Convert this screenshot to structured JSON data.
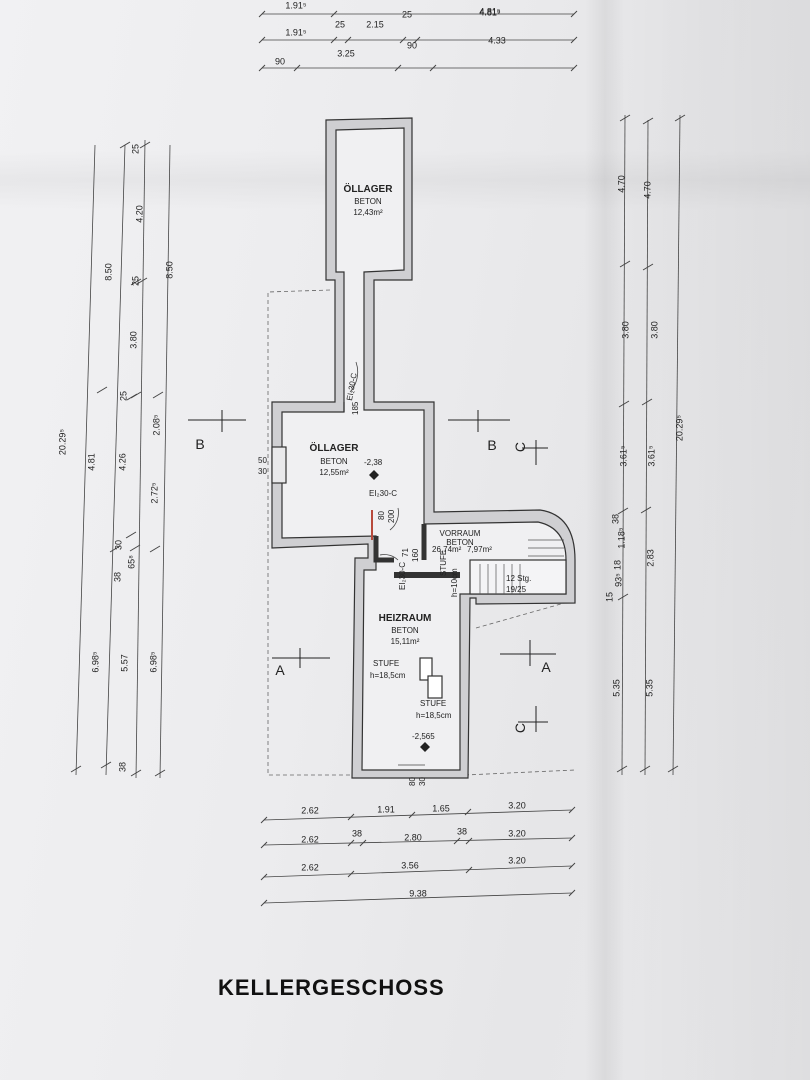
{
  "title": "KELLERGESCHOSS",
  "rooms": {
    "oellager_top": {
      "name": "ÖLLAGER",
      "material": "BETON",
      "area": "12,43m²"
    },
    "oellager_mid": {
      "name": "ÖLLAGER",
      "material": "BETON",
      "area": "12,55m²",
      "level": "-2,38"
    },
    "vorraum": {
      "name": "VORRAUM",
      "material": "BETON",
      "area": "26,74m²",
      "area2": "7,97m²"
    },
    "heizraum": {
      "name": "HEIZRAUM",
      "material": "BETON",
      "area": "15,11m²",
      "level": "-2,565"
    }
  },
  "doors": {
    "d1": "EI₂30-C",
    "d2": "EI₂30-C",
    "d3": "EI₂30-C"
  },
  "steps": {
    "stufe1": {
      "label": "STUFE",
      "height": "h=10cm"
    },
    "stufe2": {
      "label": "STUFE",
      "height": "h=18,5cm"
    },
    "stufe3": {
      "label": "STUFE",
      "height": "h=18,5cm"
    },
    "stair": {
      "count": "12 Stg.",
      "ratio": "19/25"
    }
  },
  "sections": {
    "b": "B",
    "c": "C",
    "a": "A"
  },
  "dims_top": {
    "r1": [
      "1.91⁵",
      "4.81⁵"
    ],
    "r2": [
      "1.91⁵",
      "25",
      "2.15",
      "25",
      "4.81⁵"
    ],
    "r3": [
      "90",
      "3.25",
      "90",
      "4.33"
    ]
  },
  "dims_bottom": {
    "r1": [
      "2.62",
      "1.91",
      "1.65",
      "3.20"
    ],
    "r2": [
      "2.62",
      "38",
      "2.80",
      "38",
      "3.20"
    ],
    "r3": [
      "2.62",
      "3.56",
      "3.20"
    ],
    "r4": [
      "9.38"
    ]
  },
  "dims_left": [
    "20.29⁵",
    "4.81",
    "8.50",
    "4.26",
    "4.20",
    "25",
    "3.80",
    "25",
    "2.08⁵",
    "2.72⁵",
    "38",
    "30",
    "65⁸",
    "6.98⁵",
    "5.57",
    "6.98⁵",
    "38",
    "8.50",
    "25"
  ],
  "dims_right": [
    "4.70",
    "4.70",
    "3.80",
    "3.80",
    "3.61⁵",
    "3.61⁵",
    "20.29⁵",
    "38",
    "18",
    "15",
    "1.18⁵",
    "93⁵",
    "2.83",
    "5.35",
    "5.35"
  ],
  "misc": {
    "w1": "50",
    "w2": "30",
    "d_80": "80",
    "d_200": "200",
    "d_71": "71",
    "d_160": "160",
    "d_185": "185",
    "b_80": "80",
    "b_30": "30"
  }
}
